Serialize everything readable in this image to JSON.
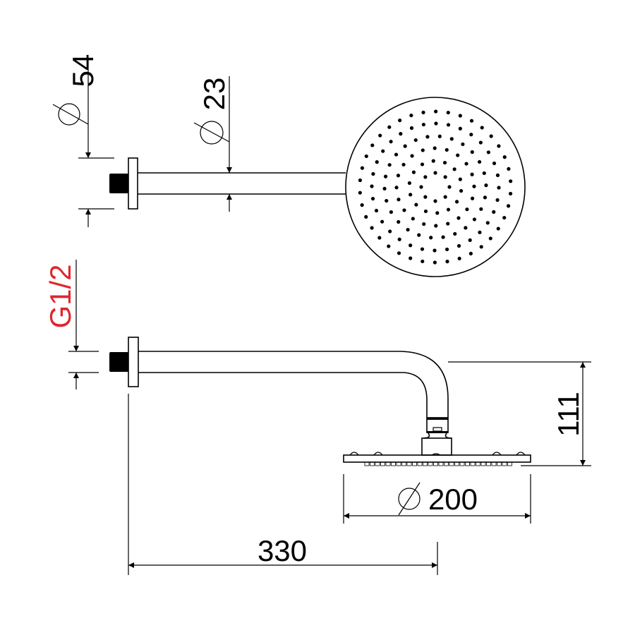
{
  "top_view": {
    "flange_diameter": {
      "symbol": "diameter",
      "value": "54"
    },
    "pipe_diameter": {
      "symbol": "diameter",
      "value": "23"
    }
  },
  "side_view": {
    "thread": {
      "value": "G1/2",
      "color": "#e0262e"
    },
    "drop_height": {
      "value": "111"
    },
    "head_diameter": {
      "symbol": "diameter",
      "value": "200"
    },
    "arm_length": {
      "value": "330"
    }
  }
}
